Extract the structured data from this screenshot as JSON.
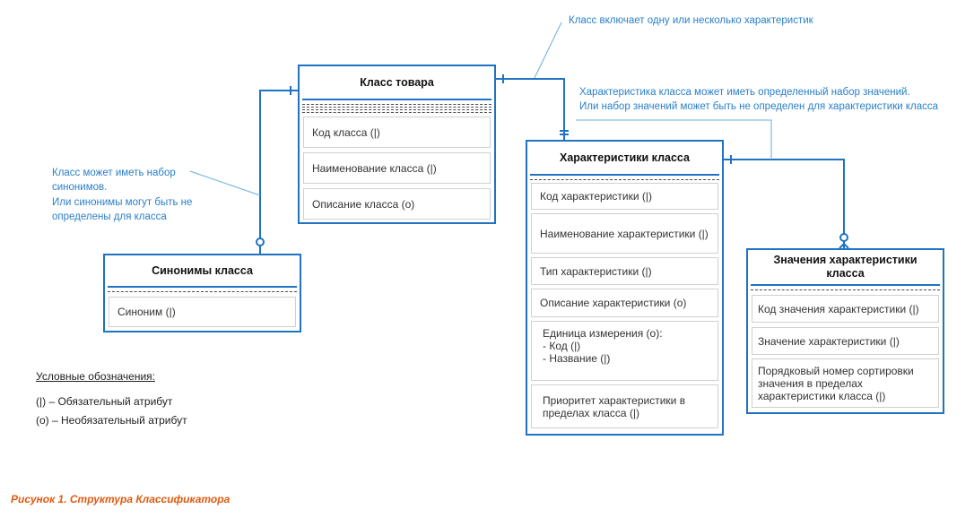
{
  "entities": {
    "product_class": {
      "title": "Класс товара",
      "attrs": [
        "Код класса (|)",
        "Наименование класса (|)",
        "Описание класса (о)"
      ]
    },
    "class_synonyms": {
      "title": "Синонимы класса",
      "attrs": [
        "Синоним (|)"
      ]
    },
    "class_characteristics": {
      "title": "Характеристики класса",
      "attrs": [
        "Код характеристики (|)",
        "Наименование характеристики (|)",
        "Тип характеристики (|)",
        "Описание характеристики (о)",
        "Единица измерения (о):\n- Код (|)\n- Название (|)",
        "Приоритет характеристики в пределах класса (|)"
      ]
    },
    "characteristic_values": {
      "title": "Значения характеристики класса",
      "attrs": [
        "Код значения характеристики (|)",
        "Значение характеристики (|)",
        "Порядковый номер сортировки значения  в пределах характеристики класса (|)"
      ]
    }
  },
  "notes": {
    "class_has_characteristics": "Класс включает одну или несколько характеристик",
    "characteristic_values_line1": "Характеристика класса может иметь определенный набор значений.",
    "characteristic_values_line2": "Или набор значений может быть не определен для характеристики класса",
    "synonyms_line1": "Класс может иметь набор",
    "synonyms_line2": "синонимов.",
    "synonyms_line3": "Или синонимы могут быть не",
    "synonyms_line4": "определены для класса"
  },
  "legend": {
    "title": "Условные обозначения:",
    "mandatory": "(|) – Обязательный атрибут",
    "optional": "(о) – Необязательный атрибут"
  },
  "caption": "Рисунок 1. Структура Классификатора",
  "colors": {
    "entity_border": "#1f73c2",
    "note_text": "#2a7fc8",
    "caption": "#e05a10"
  }
}
